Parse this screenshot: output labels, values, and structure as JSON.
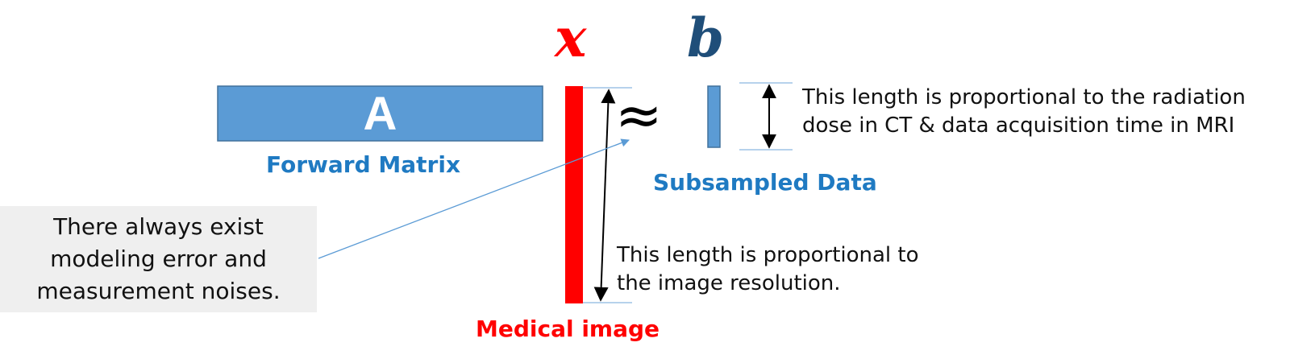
{
  "symbols": {
    "x": "x",
    "b": "b",
    "a": "A",
    "approx": "≈"
  },
  "labels": {
    "forward_matrix": "Forward Matrix",
    "subsampled_data": "Subsampled Data",
    "medical_image": "Medical image"
  },
  "notes": {
    "measurement_length": [
      "This length is proportional to the radiation",
      "dose in CT & data acquisition time in MRI"
    ],
    "image_length": [
      "This length is proportional to",
      "the image resolution."
    ]
  },
  "callout": {
    "lines": [
      "There always exist",
      "modeling error and",
      "measurement noises."
    ]
  },
  "colors": {
    "matrix_blue": "#5b9bd5",
    "matrix_border": "#41719c",
    "label_blue": "#1f7ac2",
    "image_red": "#ff0000",
    "b_navy": "#1f4e79",
    "callout_bg": "#efefef"
  }
}
